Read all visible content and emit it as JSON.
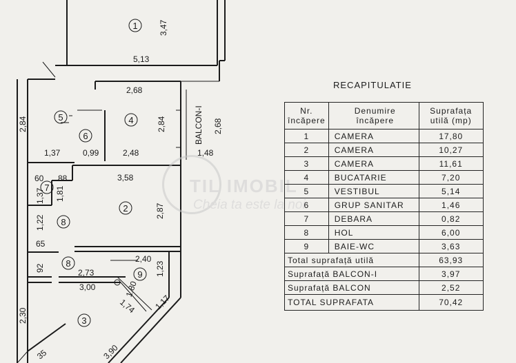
{
  "plan": {
    "rooms": [
      "1",
      "2",
      "3",
      "4",
      "5",
      "6",
      "7",
      "8",
      "8",
      "9"
    ],
    "balcony_label": "BALCON-I",
    "dimensions": [
      "3,47",
      "5,13",
      "2,68",
      "2,84",
      "2,84",
      "2,68",
      "1,37",
      "0,99",
      "2,48",
      "1,48",
      "60",
      "88",
      "3,58",
      "1,37",
      "1,81",
      "2,87",
      "1,22",
      "65",
      "2,40",
      "92",
      "2,73",
      "3,00",
      "1,80",
      "1,74",
      "1,23",
      "1,17",
      "2,30",
      "3,90",
      "35"
    ]
  },
  "watermark": {
    "name": "TIL IMOBIL",
    "slogan": "Cheia ta este la noi"
  },
  "recap": {
    "title": "RECAPITULATIE",
    "headers": {
      "nr": [
        "Nr.",
        "încăpere"
      ],
      "name": [
        "Denumire",
        "încăpere"
      ],
      "area": [
        "Suprafața",
        "utilă (mp)"
      ]
    },
    "rows": [
      {
        "nr": "1",
        "name": "CAMERA",
        "area": "17,80"
      },
      {
        "nr": "2",
        "name": "CAMERA",
        "area": "10,27"
      },
      {
        "nr": "3",
        "name": "CAMERA",
        "area": "11,61"
      },
      {
        "nr": "4",
        "name": "BUCATARIE",
        "area": "7,20"
      },
      {
        "nr": "5",
        "name": "VESTIBUL",
        "area": "5,14"
      },
      {
        "nr": "6",
        "name": "GRUP SANITAR",
        "area": "1,46"
      },
      {
        "nr": "7",
        "name": "DEBARA",
        "area": "0,82"
      },
      {
        "nr": "8",
        "name": "HOL",
        "area": "6,00"
      },
      {
        "nr": "9",
        "name": "BAIE-WC",
        "area": "3,63"
      }
    ],
    "totals": [
      {
        "label": "Total suprafață utilă",
        "area": "63,93"
      },
      {
        "label": "Suprafață BALCON-I",
        "area": "3,97"
      },
      {
        "label": "Suprafață BALCON",
        "area": "2,52"
      },
      {
        "label": "TOTAL SUPRAFATA",
        "area": "70,42"
      }
    ]
  }
}
